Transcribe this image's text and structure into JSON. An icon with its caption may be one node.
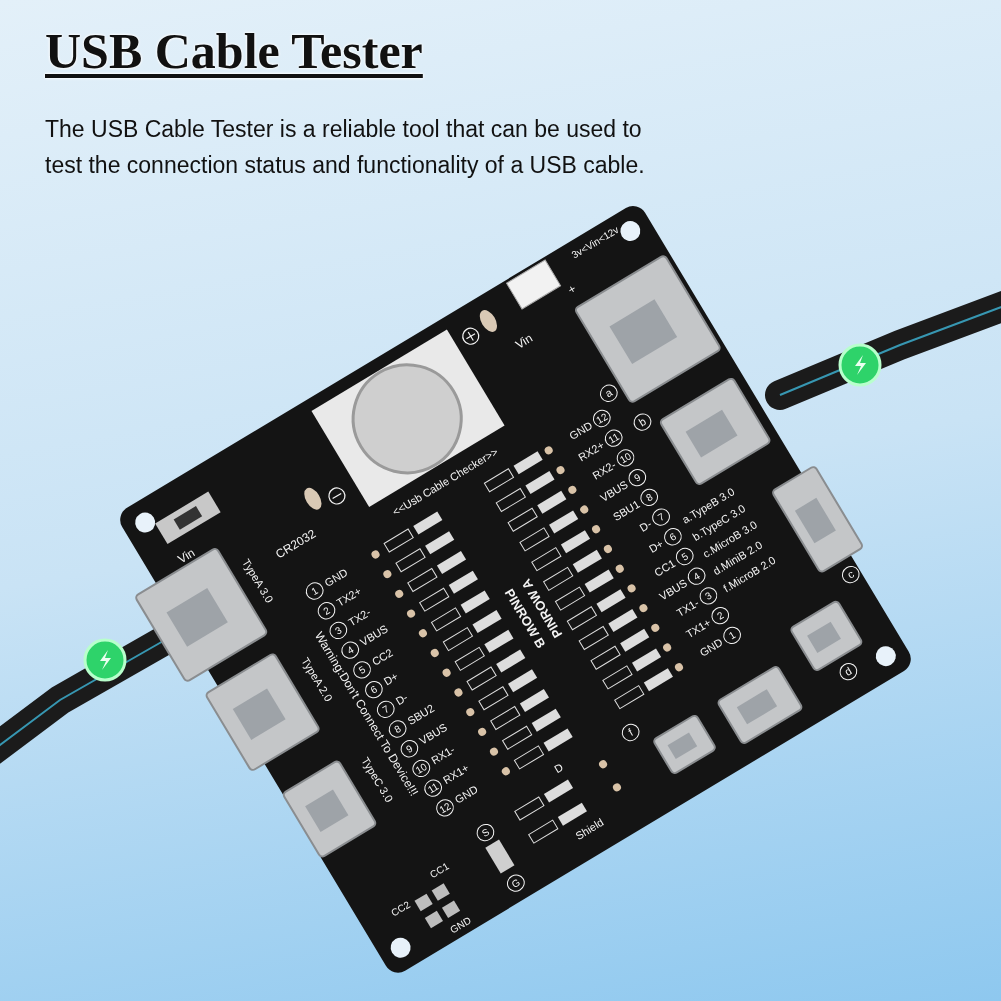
{
  "diagram": {
    "title": "USB Cable Tester",
    "labels": [
      "The USB Cable Tester is a reliable tool that can be used to test the connection status and functionality of a USB cable.",
      "Vin",
      "+",
      "3v<Vin<12v",
      "CR2032",
      "<<Usb Cable Checker>>",
      "Vin",
      "TypeA 3.0",
      "Warning:Don't Connect To Device!!!",
      "TypeA 2.0",
      "TypeC 3.0",
      "1",
      "GND",
      "2",
      "TX2+",
      "3",
      "TX2-",
      "4",
      "VBUS",
      "5",
      "CC2",
      "6",
      "D+",
      "7",
      "D-",
      "8",
      "SBU2",
      "9",
      "VBUS",
      "10",
      "RX1-",
      "11",
      "RX1+",
      "12",
      "GND",
      "PINROW B",
      "PINROW A",
      "GND",
      "12",
      "RX2+",
      "11",
      "RX2-",
      "10",
      "VBUS",
      "9",
      "SBU1",
      "8",
      "D-",
      "7",
      "D+",
      "6",
      "CC1",
      "5",
      "VBUS",
      "4",
      "TX1-",
      "3",
      "TX1+",
      "2",
      "GND",
      "1",
      "a",
      "b",
      "a.TypeB 3.0",
      "b.TypeC 3.0",
      "c.MicroB 3.0",
      "d.MiniB 2.0",
      "f.MicroB 2.0",
      "c",
      "d",
      "f",
      "D",
      "Shield",
      "S",
      "G",
      "CC1",
      "CC2",
      "GND"
    ]
  }
}
